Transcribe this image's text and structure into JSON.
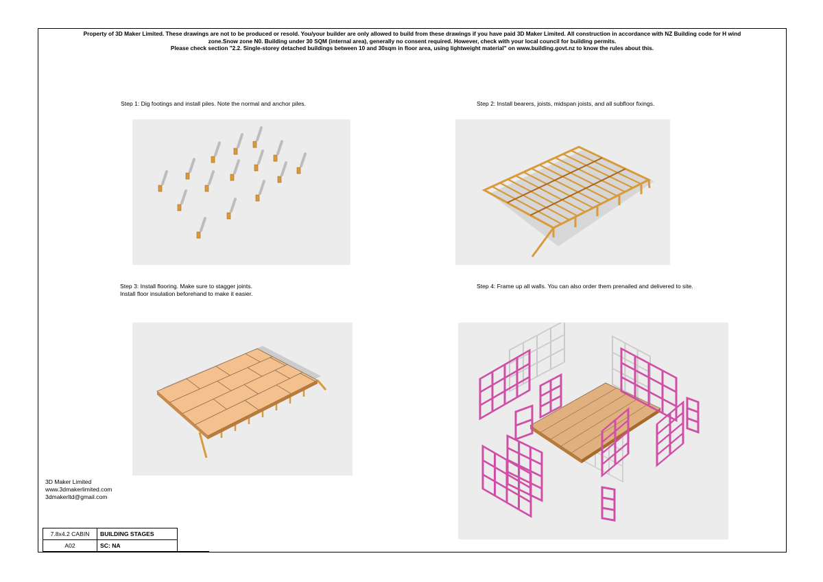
{
  "notice": {
    "line1": "Property of 3D Maker Limited. These drawings are not to be produced or resold. You/your builder are only allowed to build from these drawings if you have paid 3D Maker Limited. All construction in accordance with NZ Building code for H wind",
    "line2": "zone.Snow zone N0. Building under 30 SQM (internal area), generally no consent required. However, check with your local council for building permits.",
    "line3": "Please check section \"2.2. Single-storey detached buildings between 10 and 30sqm in floor area, using lightweight material\" on www.building.govt.nz to know the rules about this."
  },
  "steps": [
    {
      "caption": "Step 1: Dig footings and install piles. Note the normal and anchor piles."
    },
    {
      "caption": "Step 2: Install bearers, joists, midspan joists, and all subfloor fixings."
    },
    {
      "caption_line1": "Step 3: Install flooring. Make sure to stagger joints.",
      "caption_line2": "Install floor insulation beforehand to make it easier."
    },
    {
      "caption": "Step 4: Frame up all walls. You can also order them prenailed and delivered to site."
    }
  ],
  "company": {
    "name": "3D Maker Limited",
    "website": "www.3dmakerlimited.com",
    "email": "3dmakerltd@gmail.com"
  },
  "title_block": {
    "project": "7.8x4.2 CABIN",
    "title": "BUILDING STAGES",
    "sheet": "A02",
    "scale": "SC: NA"
  },
  "colors": {
    "panel_bg": "#ececec",
    "timber": "#d99a3a",
    "timber_dark": "#a8681c",
    "plywood": "#f3c08e",
    "wall_frame": "#cf4fa6",
    "shadow": "#bdbdbd"
  }
}
